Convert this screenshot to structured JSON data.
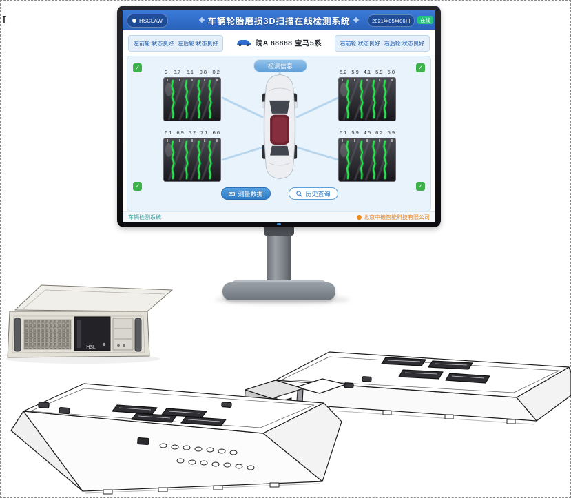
{
  "page": {
    "cursor_glyph": "I"
  },
  "monitor": {
    "screen": {
      "header": {
        "brand": "HSCLAW",
        "title": "车辆轮胎磨损3D扫描在线检测系统",
        "date": "2021年05月06日",
        "status": "在线"
      },
      "info_bar": {
        "left_front": "左前轮:状态良好",
        "left_rear": "左后轮:状态良好",
        "plate": "皖A 88888 宝马5系",
        "right_front": "右前轮:状态良好",
        "right_rear": "右后轮:状态良好"
      },
      "center": {
        "info_label": "检测信息",
        "measure_button": "测量数据",
        "history_button": "历史查询"
      },
      "tires": [
        {
          "position": "front-left",
          "values": [
            "9",
            "8.7",
            "5.1",
            "0.8",
            "0.2"
          ]
        },
        {
          "position": "front-right",
          "values": [
            "5.2",
            "5.9",
            "4.1",
            "5.9",
            "5.0"
          ]
        },
        {
          "position": "rear-left",
          "values": [
            "6.1",
            "6.9",
            "5.2",
            "7.1",
            "6.6"
          ]
        },
        {
          "position": "rear-right",
          "values": [
            "5.1",
            "5.9",
            "4.5",
            "6.2",
            "5.9"
          ]
        }
      ],
      "footer": {
        "left": "车辆检测系统",
        "right": "北京中德智能科技有限公司"
      }
    }
  },
  "ipc": {
    "label": "HSL"
  },
  "colors": {
    "header_blue": "#2f6fd0",
    "accent_green": "#3eb24a",
    "laser_green": "#2ae24d",
    "footer_teal": "#2aa39b",
    "footer_orange": "#e8821e"
  }
}
